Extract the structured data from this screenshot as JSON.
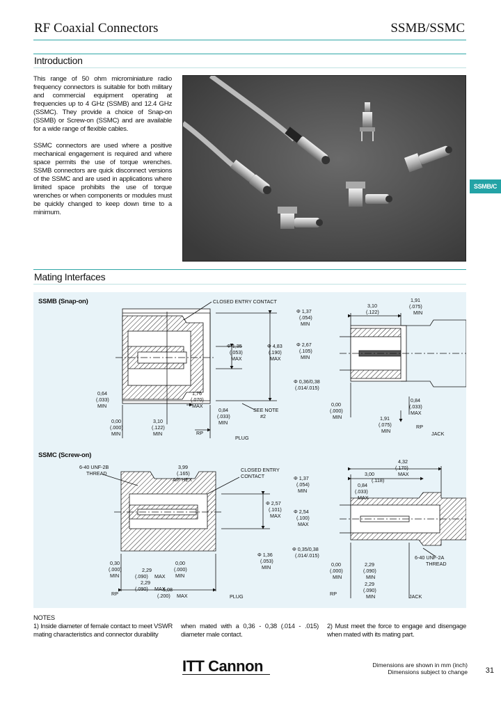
{
  "header": {
    "left_title": "RF Coaxial Connectors",
    "right_title": "SSMB/SSMC"
  },
  "intro": {
    "title": "Introduction",
    "p1": "This range of 50 ohm microminiature radio frequency connectors is suitable for both military and commercial equipment operating at frequencies up to 4 GHz (SSMB) and 12.4 GHz (SSMC). They provide a choice of Snap-on (SSMB) or Screw-on (SSMC) and are available for a wide range of flexible cables.",
    "p2": "SSMC connectors are used where a positive mechanical engagement is required and where space permits the use of torque wrenches. SSMB connectors are quick disconnect versions of the SSMC and are used in applications where limited space prohibits the use of torque wrenches or when components or modules must be quickly changed to keep down time to a minimum."
  },
  "side_tab": "SSMB/C",
  "mating": {
    "title": "Mating Interfaces",
    "ssmb": {
      "label": "SSMB (Snap-on)",
      "plug_dims": {
        "closed_entry": "CLOSED ENTRY CONTACT",
        "d135": "Φ 1,35",
        "d135_in": "(.053)",
        "d135_max": "MAX",
        "d483": "Φ 4,83",
        "d483_in": "(.190)",
        "d483_max": "MAX",
        "d064": "0,64",
        "d064_in": "(.033)",
        "d064_min": "MIN",
        "d176": "1,76",
        "d176_in": "(.070)",
        "d176_max": "MAX",
        "d084": "0,84",
        "d084_in": "(.033)",
        "d084_min": "MIN",
        "see_note": "SEE NOTE",
        "note_no": "#2",
        "d000": "0,00",
        "d000_in": "(.000)",
        "d000_min": "MIN",
        "d310": "3,10",
        "d310_in": "(.122)",
        "d310_min": "MIN",
        "rp": "RP",
        "caption": "PLUG"
      },
      "jack_dims": {
        "d310": "3,10",
        "d310_in": "(.122)",
        "d191": "1,91",
        "d191_in": "(.075)",
        "d191_min": "MIN",
        "d137": "Φ 1,37",
        "d137_in": "(.054)",
        "d137_min": "MIN",
        "d267": "Φ 2,67",
        "d267_in": "(.105)",
        "d267_min": "MIN",
        "d036": "Φ 0,36/0,38",
        "d036_in": "(.014/.015)",
        "d000": "0,00",
        "d000_in": "(.000)",
        "d000_min": "MIN",
        "d084": "0,84",
        "d084_in": "(.033)",
        "d084_max": "MAX",
        "d191b": "1,91",
        "d191b_in": "(.075)",
        "d191b_min": "MIN",
        "rp": "RP",
        "caption": "JACK"
      }
    },
    "ssmc": {
      "label": "SSMC (Screw-on)",
      "plug_dims": {
        "thread": "6-40 UNF-2B",
        "thread2": "THREAD",
        "hex": "3,99",
        "hex_in": "(.165)",
        "hex_af": "A/F HEX",
        "closed_entry": "CLOSED ENTRY",
        "contact": "CONTACT",
        "d257": "Φ 2,57",
        "d257_in": "(.101)",
        "d257_max": "MAX",
        "d136": "Φ 1,36",
        "d136_in": "(.053)",
        "d136_min": "MIN",
        "d030": "0,30",
        "d030_in": "(.000)",
        "d030_min": "MIN",
        "d229": "2,29",
        "d229_in": "(.090)",
        "d229_max": "MAX",
        "d000": "0,00",
        "d000_in": "(.000)",
        "d000_min": "MIN",
        "d229b": "2,29",
        "d229b_in": "(.090)",
        "d229b_max": "MAX",
        "d508": "5,08",
        "d508_in": "(.200)",
        "d508_max": "MAX",
        "rp": "RP",
        "caption": "PLUG"
      },
      "jack_dims": {
        "d432": "4,32",
        "d432_in": "(.170)",
        "d432_max": "MAX",
        "d300": "3,00",
        "d300_in": "(.118)",
        "d084": "0,84",
        "d084_in": "(.033)",
        "d084_max": "MAX",
        "d137": "Φ 1,37",
        "d137_in": "(.054)",
        "d137_min": "MIN",
        "d254": "Φ 2,54",
        "d254_in": "(.100)",
        "d254_max": "MAX",
        "d035": "Φ 0,35/0,38",
        "d035_in": "(.014/.015)",
        "d000": "0,00",
        "d000_in": "(.000)",
        "d000_min": "MIN",
        "d229": "2,29",
        "d229_in": "(.090)",
        "d229_min": "MIN",
        "d229b": "2,29",
        "d229b_in": "(.090)",
        "d229b_min": "MIN",
        "thread": "6-40 UNF-2A",
        "thread2": "THREAD",
        "rp": "RP",
        "caption": "JACK"
      }
    }
  },
  "notes": {
    "title": "NOTES",
    "col1": "1) Inside diameter of female contact to meet VSWR mating characteristics and connector durability",
    "col2": "when mated with a 0,36 - 0,38 (.014 - .015) diameter male contact.",
    "col3": "2) Must meet the force to engage and disengage when mated with its mating part."
  },
  "footer": {
    "logo": "ITT Cannon",
    "disclaimer1": "Dimensions are shown in mm (inch)",
    "disclaimer2": "Dimensions subject to change",
    "page": "31"
  }
}
